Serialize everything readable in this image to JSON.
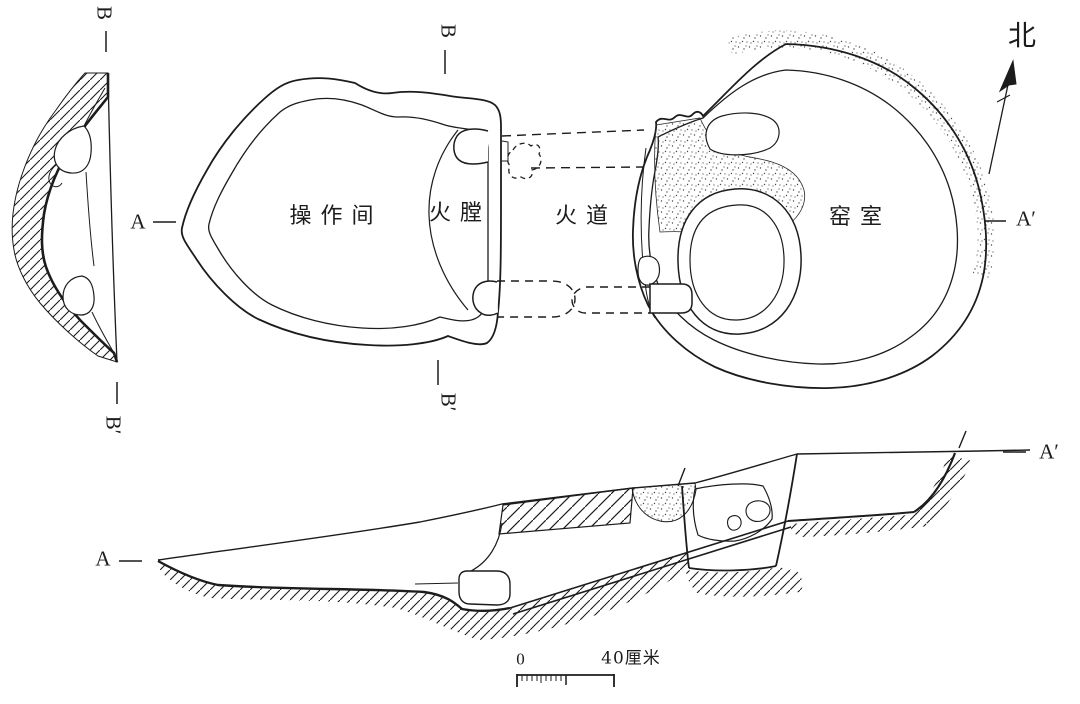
{
  "figure": {
    "title": "kiln excavation plan and sections",
    "colors": {
      "line": "#1c1c1c",
      "background": "#ffffff"
    },
    "plan": {
      "operation_room": "操作间",
      "firebox": "火膛",
      "fire_channel": "火道",
      "kiln_chamber": "窑室"
    },
    "compass": {
      "north": "北"
    },
    "sections": {
      "a": "A",
      "a_prime": "A′",
      "b": "B",
      "b_prime": "B′"
    },
    "scale": {
      "zero": "0",
      "forty_cm": "40厘米"
    }
  }
}
